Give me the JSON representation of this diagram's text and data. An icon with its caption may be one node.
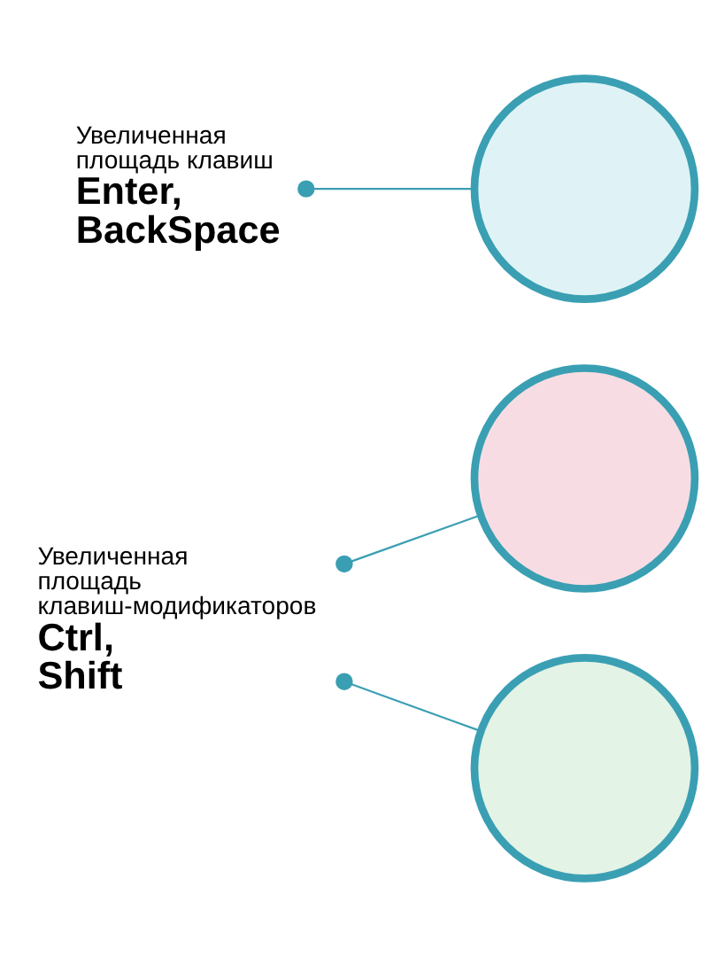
{
  "diagram": {
    "nodes": [
      {
        "text": [
          "Увеличенная площадь клавиш",
          "Enter, BackSpace"
        ]
      },
      {
        "text": [],
        "shape": "circle"
      },
      {
        "text": [],
        "shape": "circle"
      },
      {
        "text": [
          "Увеличенная площадь клавиш-модификаторов",
          "Ctrl, Shift"
        ]
      },
      {
        "text": [],
        "shape": "circle"
      }
    ],
    "edges": [
      {
        "from": 0,
        "to": 1,
        "arrow": "other"
      },
      {
        "from": 3,
        "to": 2,
        "arrow": "other"
      },
      {
        "from": 3,
        "to": 4,
        "arrow": "other"
      }
    ]
  }
}
